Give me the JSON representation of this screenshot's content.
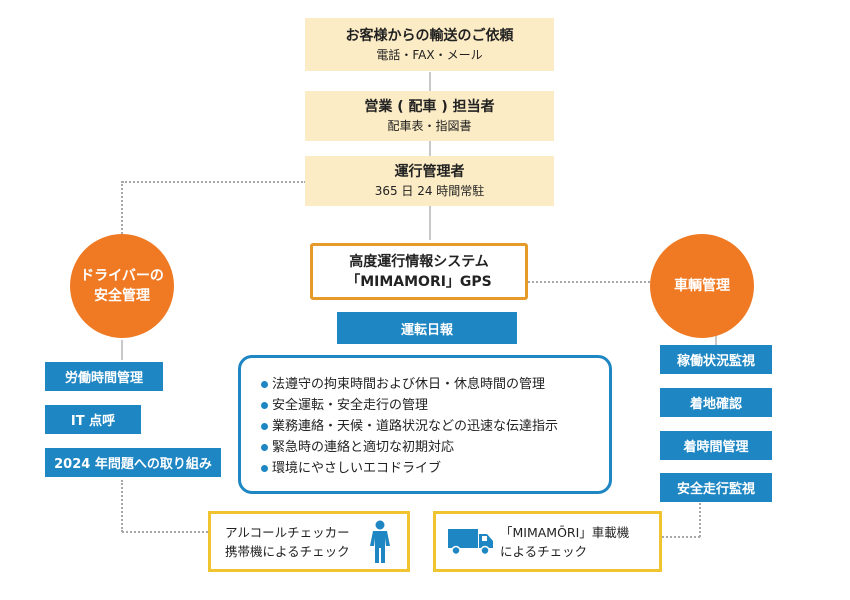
{
  "flow": {
    "request": {
      "title": "お客様からの輸送のご依頼",
      "sub": "電話・FAX・メール"
    },
    "sales": {
      "title": "営業 ( 配車 ) 担当者",
      "sub": "配車表・指図書"
    },
    "manager": {
      "title": "運行管理者",
      "sub": "365 日 24 時間常駐"
    }
  },
  "system": {
    "line1": "高度運行情報システム",
    "line2": "「MIMAMORI」GPS"
  },
  "daily_report": "運転日報",
  "left_circle": {
    "line1": "ドライバーの",
    "line2": "安全管理"
  },
  "right_circle": "車輌管理",
  "left_items": [
    "労働時間管理",
    "IT 点呼",
    "2024 年問題への取り組み"
  ],
  "right_items": [
    "稼働状況監視",
    "着地確認",
    "着時間管理",
    "安全走行監視"
  ],
  "center_list": [
    "法遵守の拘束時間および休日・休息時間の管理",
    "安全運転・安全走行の管理",
    "業務連絡・天候・道路状況などの迅速な伝達指示",
    "緊急時の連絡と適切な初期対応",
    "環境にやさしいエコドライブ"
  ],
  "bottom_left": {
    "line1": "アルコールチェッカー",
    "line2": "携帯機によるチェック"
  },
  "bottom_right": {
    "line1": "「MIMAMŌRI」車載機",
    "line2": "によるチェック"
  },
  "colors": {
    "orange": "#f07a23",
    "blue": "#1e86c3",
    "beige": "#fcecc6",
    "system_border": "#e59a2a",
    "yellow_border": "#f0c330"
  }
}
